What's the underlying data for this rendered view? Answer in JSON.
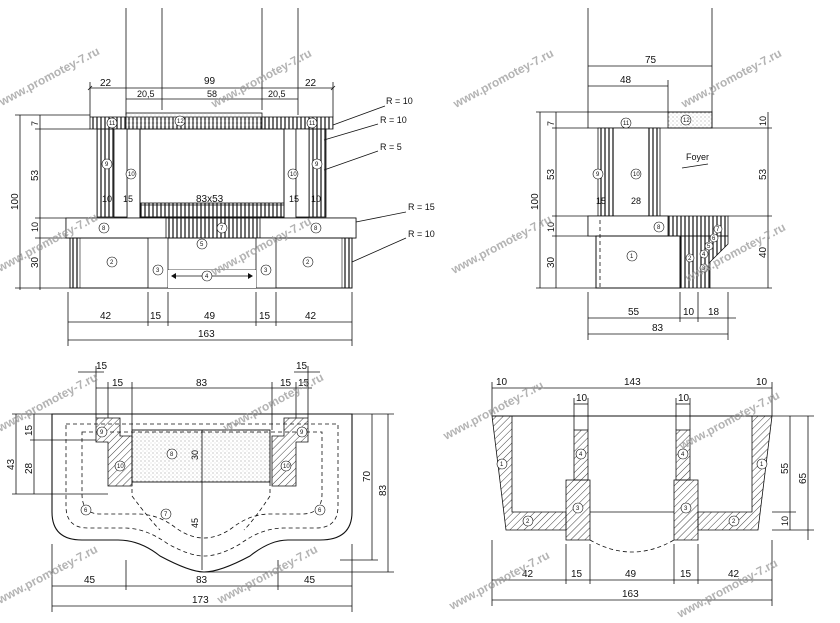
{
  "watermark": "www.promotey-7.ru",
  "front_elevation": {
    "dims_top": [
      "22",
      "99",
      "20,5",
      "58",
      "20,5",
      "22"
    ],
    "dims_left": [
      "7",
      "53",
      "10",
      "30",
      "100"
    ],
    "opening": "83x53",
    "radius_labels": [
      "R = 10",
      "R = 10",
      "R = 5",
      "R = 15",
      "R = 10"
    ],
    "inner_labels": [
      "10",
      "15",
      "15",
      "10"
    ],
    "dims_bottom": [
      "42",
      "15",
      "49",
      "15",
      "42",
      "163"
    ],
    "parts": [
      "11",
      "12",
      "11",
      "9",
      "10",
      "10",
      "9",
      "8",
      "7",
      "8",
      "5",
      "2",
      "3",
      "4",
      "3",
      "2"
    ]
  },
  "side_elevation": {
    "dims_top": [
      "75",
      "48"
    ],
    "foyer_label": "Foyer",
    "dims_left": [
      "7",
      "53",
      "10",
      "30",
      "100"
    ],
    "dims_right": [
      "10",
      "53",
      "40"
    ],
    "inner_labels": [
      "15",
      "28"
    ],
    "dims_bottom": [
      "55",
      "10",
      "18",
      "83"
    ],
    "parts": [
      "11",
      "12",
      "9",
      "10",
      "8",
      "1",
      "7",
      "6",
      "5",
      "4",
      "3",
      "2"
    ]
  },
  "plan_top": {
    "dims_top": [
      "15",
      "15",
      "15",
      "83",
      "15",
      "15"
    ],
    "dims_left": [
      "15",
      "43",
      "28"
    ],
    "dims_right": [
      "70",
      "83"
    ],
    "inner_labels": [
      "30",
      "45"
    ],
    "dims_bottom": [
      "45",
      "83",
      "45",
      "173"
    ],
    "parts": [
      "9",
      "9",
      "10",
      "8",
      "10",
      "6",
      "7",
      "6"
    ]
  },
  "plan_base": {
    "dims_top": [
      "10",
      "143",
      "10",
      "10",
      "10"
    ],
    "dims_right": [
      "55",
      "65",
      "10"
    ],
    "dims_bottom": [
      "42",
      "15",
      "49",
      "15",
      "42",
      "163"
    ],
    "parts": [
      "1",
      "4",
      "4",
      "1",
      "3",
      "3",
      "2",
      "2"
    ]
  }
}
